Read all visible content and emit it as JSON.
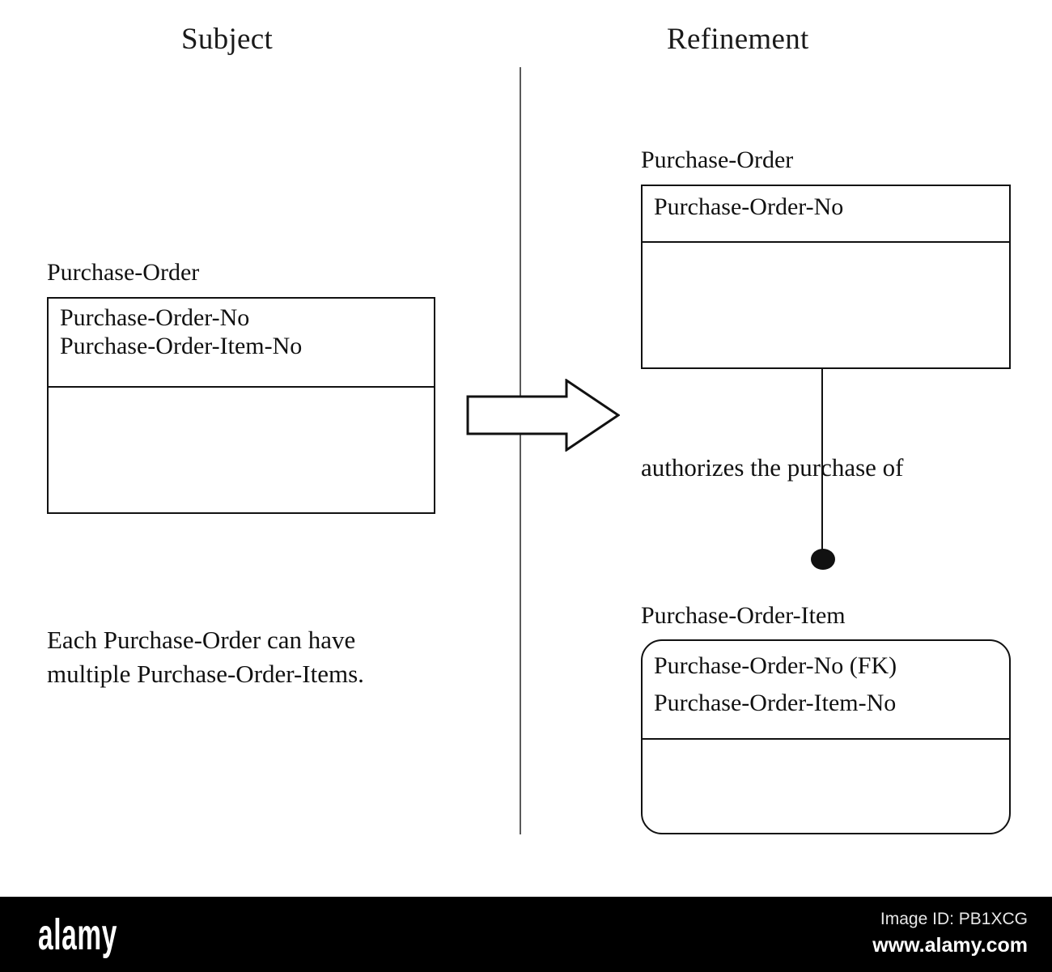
{
  "columns": {
    "left_heading": "Subject",
    "right_heading": "Refinement"
  },
  "subject": {
    "entity": {
      "name": "Purchase-Order",
      "keys": [
        "Purchase-Order-No",
        "Purchase-Order-Item-No"
      ],
      "attributes": []
    },
    "note": {
      "line1": "Each Purchase-Order can have",
      "line2": "multiple Purchase-Order-Items."
    }
  },
  "refinement": {
    "parent_entity": {
      "name": "Purchase-Order",
      "keys": [
        "Purchase-Order-No"
      ],
      "attributes": []
    },
    "child_entity": {
      "name": "Purchase-Order-Item",
      "keys": [
        "Purchase-Order-No (FK)",
        "Purchase-Order-Item-No"
      ],
      "attributes": []
    },
    "relationship": {
      "label": "authorizes the purchase of",
      "child_cardinality_marker": "filled-dot-many"
    }
  },
  "transform_arrow": {
    "icon": "block-arrow-right-icon",
    "direction": "right"
  },
  "watermark": {
    "logo": "alamy",
    "image_id": "Image ID: PB1XCG",
    "url": "www.alamy.com"
  },
  "colors": {
    "ink": "#111111",
    "divider": "#5a5a5a",
    "paper": "#ffffff",
    "watermark_bg": "#000000"
  }
}
